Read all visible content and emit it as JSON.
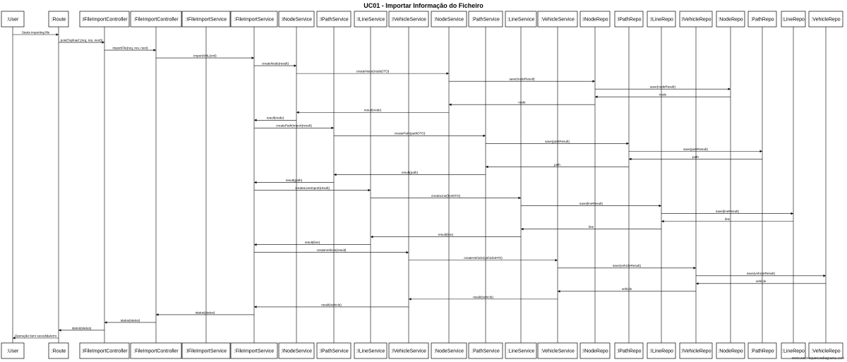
{
  "title": "UC01 - Importar Informação do Ficheiro",
  "watermark": "www.websequencediagrams.com",
  "participants": [
    ":User",
    ":Route",
    ":IFileImportController",
    ":FileImportController",
    ":IFileImportService",
    ":FileImportService",
    ":INodeService",
    ":IPathService",
    ":ILineService",
    ":IVehicleService",
    ":NodeService",
    ":PathService",
    ":LineService",
    ":VehicleService",
    ":INodeRepo",
    ":IPathRepo",
    ":ILineRepo",
    ":IVehicleRepo",
    ":NodeRepo",
    ":PathRepo",
    ":LineRepo",
    ":VehicleRepo"
  ],
  "messages": [
    {
      "from": 0,
      "to": 1,
      "label": "Starts importing file",
      "kind": "call"
    },
    {
      "from": 1,
      "to": 2,
      "label": "post('/upload',(req, res, next))",
      "kind": "call"
    },
    {
      "from": 2,
      "to": 3,
      "label": "importFile(req, res, next)",
      "kind": "call"
    },
    {
      "from": 3,
      "to": 5,
      "label": "importXML(xml)",
      "kind": "call"
    },
    {
      "from": 5,
      "to": 6,
      "label": "createNode(result)",
      "kind": "call"
    },
    {
      "from": 6,
      "to": 10,
      "label": "createNode(nodeDTO)",
      "kind": "call"
    },
    {
      "from": 10,
      "to": 14,
      "label": "save(nodeResult)",
      "kind": "call"
    },
    {
      "from": 14,
      "to": 18,
      "label": "save(nodeResult)",
      "kind": "call"
    },
    {
      "from": 18,
      "to": 14,
      "label": "node",
      "kind": "return"
    },
    {
      "from": 14,
      "to": 10,
      "label": "node",
      "kind": "return"
    },
    {
      "from": 10,
      "to": 6,
      "label": "result(node)",
      "kind": "return"
    },
    {
      "from": 6,
      "to": 5,
      "label": "result(node)",
      "kind": "return"
    },
    {
      "from": 5,
      "to": 7,
      "label": "createPath(import(result)",
      "kind": "call"
    },
    {
      "from": 7,
      "to": 11,
      "label": "createPath(pathDTO)",
      "kind": "call"
    },
    {
      "from": 11,
      "to": 15,
      "label": "save(pathResult)",
      "kind": "call"
    },
    {
      "from": 15,
      "to": 19,
      "label": "save(pathResult)",
      "kind": "call"
    },
    {
      "from": 19,
      "to": 15,
      "label": "path",
      "kind": "return"
    },
    {
      "from": 15,
      "to": 11,
      "label": "path",
      "kind": "return"
    },
    {
      "from": 11,
      "to": 7,
      "label": "result(path)",
      "kind": "return"
    },
    {
      "from": 7,
      "to": 5,
      "label": "result(path)",
      "kind": "return"
    },
    {
      "from": 5,
      "to": 8,
      "label": "createLineImport(result)",
      "kind": "call"
    },
    {
      "from": 8,
      "to": 12,
      "label": "createLine(lineDTO)",
      "kind": "call"
    },
    {
      "from": 12,
      "to": 16,
      "label": "save(lineResult)",
      "kind": "call"
    },
    {
      "from": 16,
      "to": 20,
      "label": "save(lineResult)",
      "kind": "call"
    },
    {
      "from": 20,
      "to": 16,
      "label": "line",
      "kind": "return"
    },
    {
      "from": 16,
      "to": 12,
      "label": "line",
      "kind": "return"
    },
    {
      "from": 12,
      "to": 8,
      "label": "result(line)",
      "kind": "return"
    },
    {
      "from": 8,
      "to": 5,
      "label": "result(line)",
      "kind": "return"
    },
    {
      "from": 5,
      "to": 9,
      "label": "createVehicle(result)",
      "kind": "call"
    },
    {
      "from": 9,
      "to": 13,
      "label": "createVehicle(vehicleDTO)",
      "kind": "call"
    },
    {
      "from": 13,
      "to": 17,
      "label": "save(vehicleResult)",
      "kind": "call"
    },
    {
      "from": 17,
      "to": 21,
      "label": "save(vehicleResult)",
      "kind": "call"
    },
    {
      "from": 21,
      "to": 17,
      "label": "vehicle",
      "kind": "return"
    },
    {
      "from": 17,
      "to": 13,
      "label": "vehicle",
      "kind": "return"
    },
    {
      "from": 13,
      "to": 9,
      "label": "result(vehicle)",
      "kind": "return"
    },
    {
      "from": 9,
      "to": 5,
      "label": "result(vehicle)",
      "kind": "return"
    },
    {
      "from": 5,
      "to": 3,
      "label": "status(status)",
      "kind": "return"
    },
    {
      "from": 3,
      "to": 2,
      "label": "status(status)",
      "kind": "return"
    },
    {
      "from": 2,
      "to": 1,
      "label": "status(status)",
      "kind": "return"
    },
    {
      "from": 1,
      "to": 0,
      "label": "Operação bem sucedida/erro",
      "kind": "return"
    }
  ]
}
